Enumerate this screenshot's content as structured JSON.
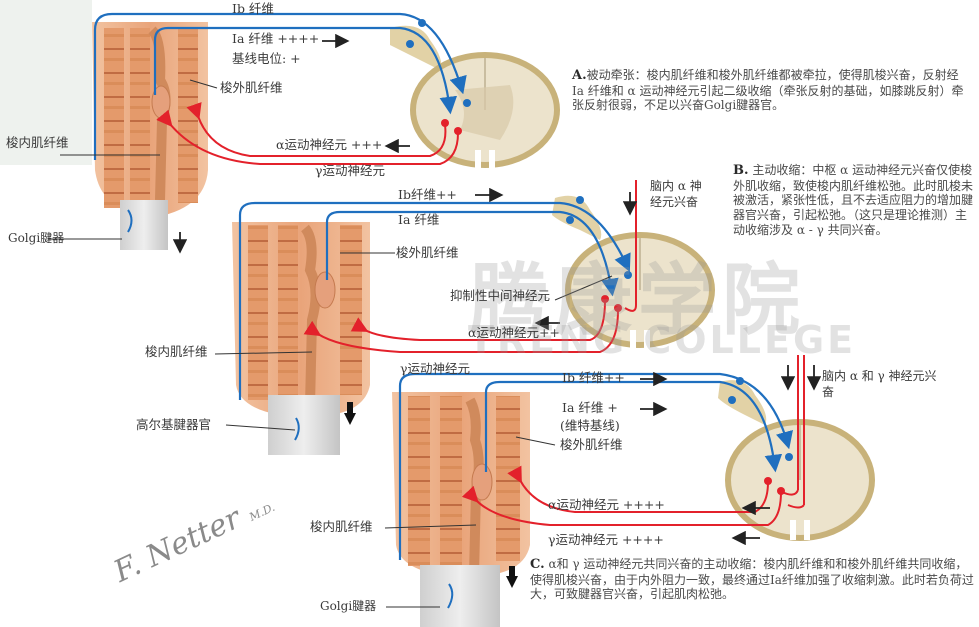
{
  "panel_a": {
    "ib_fiber": "Ib 纤维",
    "ia_fiber": "Ia 纤维 ++++",
    "baseline": "基线电位: +",
    "extrafusal": "梭外肌纤维",
    "intrafusal": "梭内肌纤维",
    "alpha_motor": "α运动神经元 +++",
    "gamma_motor": "γ运动神经元",
    "golgi": "Golgi腱器",
    "caption_head": "A.",
    "caption": "被动牵张：梭内肌纤维和梭外肌纤维都被牵拉，使得肌梭兴奋，反射经 Ia 纤维和 α 运动神经元引起二级收缩（牵张反射的基础，如膝跳反射）牵张反射很弱，不足以兴奋Golgi腱器官。"
  },
  "panel_b": {
    "ib_fiber": "Ib纤维++",
    "ia_fiber": "Ia 纤维",
    "extrafusal": "梭外肌纤维",
    "inhibitory": "抑制性中间神经元",
    "alpha_motor": "α运动神经元++",
    "intrafusal": "梭内肌纤维",
    "golgi": "高尔基腱器官",
    "brain_label_1": "脑内 α 神",
    "brain_label_2": "经元兴奋",
    "caption_head": "B.",
    "caption": "主动收缩：中枢 α 运动神经元兴奋仅使梭外肌收缩，致使梭内肌纤维松弛。此时肌梭未被激活，紧张性低，且不去适应阻力的增加腱器官兴奋，引起松弛。（这只是理论推测）主动收缩涉及 α - γ 共同兴奋。"
  },
  "panel_c": {
    "gamma_top": "γ运动神经元",
    "ib_fiber": "Ib 纤维++",
    "ia_fiber": "Ia 纤维 +",
    "ia_note": "(维特基线)",
    "extrafusal": "梭外肌纤维",
    "alpha_motor": "α运动神经元 ++++",
    "gamma_motor": "γ运动神经元 ++++",
    "intrafusal": "梭内肌纤维",
    "golgi": "Golgi腱器",
    "brain_label_1": "脑内 α 和 γ 神经元兴",
    "brain_label_2": "奋",
    "caption_head": "C.",
    "caption": "α和 γ 运动神经元共同兴奋的主动收缩：梭内肌纤维和和梭外肌纤维共同收缩，使得肌梭兴奋，由于内外阻力一致，最终通过Ia纤维加强了收缩刺激。此时若负荷过大，可致腱器官兴奋，引起肌肉松弛。"
  },
  "watermark": {
    "cn": "腾康学院",
    "en": "TRENG COLLEGE"
  },
  "signature": {
    "name": "F. Netter",
    "suffix": "M.D."
  },
  "colors": {
    "sensory": "#1f6fbf",
    "motor": "#e3212b",
    "muscle": "#e7a27a",
    "spinal": "#ece3cc"
  }
}
